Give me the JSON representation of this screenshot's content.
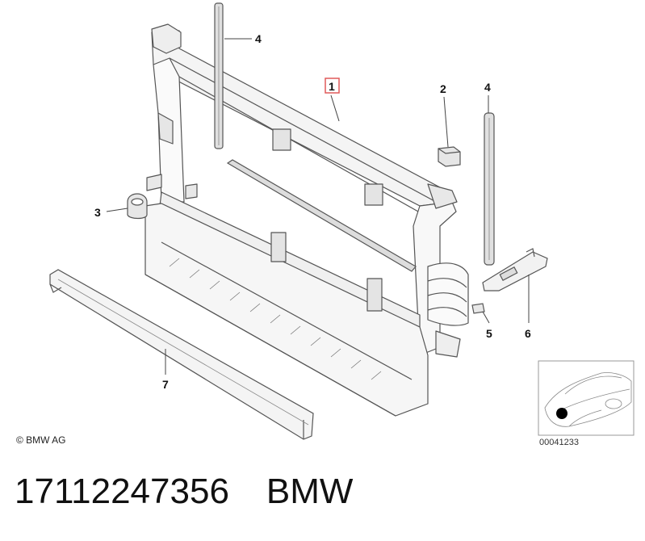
{
  "callouts": [
    {
      "id": "1",
      "label": "1",
      "highlighted": true
    },
    {
      "id": "2",
      "label": "2"
    },
    {
      "id": "3",
      "label": "3"
    },
    {
      "id": "4a",
      "label": "4"
    },
    {
      "id": "4b",
      "label": "4"
    },
    {
      "id": "5",
      "label": "5"
    },
    {
      "id": "6",
      "label": "6"
    },
    {
      "id": "7",
      "label": "7"
    }
  ],
  "copyright": "© BMW AG",
  "image_code": "00041233",
  "caption": {
    "part_number": "17112247356",
    "brand": "BMW"
  },
  "colors": {
    "outline": "#555555",
    "shade": "#dcdcdc",
    "highlight": "#e05a5a",
    "locator_dot": "#000000"
  }
}
